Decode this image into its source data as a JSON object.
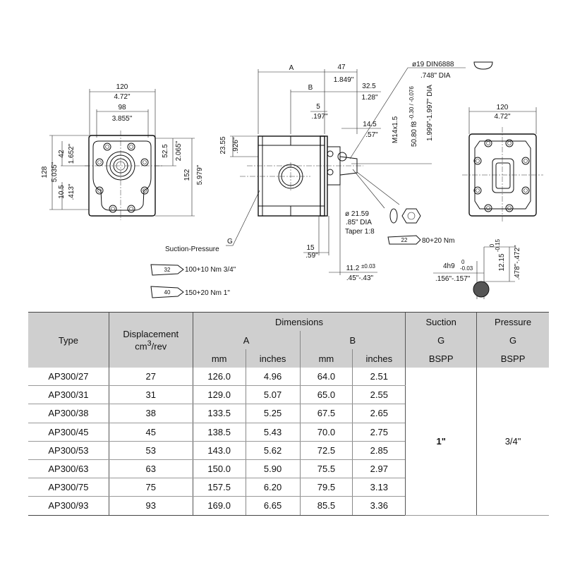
{
  "drawing": {
    "front_view": {
      "width_mm": "120",
      "width_in": "4.72\"",
      "inner_mm": "98",
      "inner_in": "3.855\"",
      "height_mm": "128",
      "height_in": "5.035\"",
      "h42": "42",
      "h42_in": "1.652\"",
      "h10": "10.5",
      "h10_in": ".413\"",
      "h52": "52.5",
      "h52_in": "2.065\"",
      "h152": "152",
      "h152_in": "5.979\""
    },
    "side_view": {
      "A": "A",
      "B": "B",
      "d47": "47",
      "d47_in": "1.849\"",
      "d32": "32.5",
      "d32_in": "1.28\"",
      "d5": "5",
      "d5_in": ".197\"",
      "d14": "14.5",
      "d14_in": ".57\"",
      "d23": "23.55",
      "d23_in": ".926\"",
      "thread": "M14x1.5",
      "shaft_f8": "50.80 f8",
      "shaft_tol": "-0.30 / -0.076",
      "shaft_in": "1.999\"-1.997\" DIA",
      "key_dia": "ø19 DIN6888",
      "key_dia_in": ".748\" DIA",
      "taper_dia": "ø 21.59",
      "taper_dia_in": ".85\" DIA",
      "taper": "Taper 1:8",
      "g_label": "G",
      "suction_pressure": "Suction-Pressure",
      "d15": "15",
      "d15_in": ".59\"",
      "d11": "11.2",
      "d11_tol": "±0.03",
      "d11_in": ".45\"-.43\""
    },
    "torques": {
      "nut": "80+20 Nm",
      "nut_wrench": "22",
      "port1": "100+10 Nm  3/4\"",
      "port1_wrench": "32",
      "port2": "150+20 Nm  1\"",
      "port2_wrench": "40"
    },
    "key": {
      "w": "4h9",
      "w_tol_top": "0",
      "w_tol_bot": "-0.03",
      "w_in": ".156\"-.157\"",
      "h": "12.15",
      "h_tol_top": "0",
      "h_tol_bot": "-0.15",
      "h_in": ".478\"-.472\""
    },
    "rear_view": {
      "width_mm": "120",
      "width_in": "4.72\""
    }
  },
  "table": {
    "headers": {
      "type": "Type",
      "displacement": "Displacement",
      "displacement_unit": "cm",
      "displacement_sup": "3",
      "displacement_rest": "/rev",
      "dimensions": "Dimensions",
      "a": "A",
      "b": "B",
      "mm": "mm",
      "inches": "inches",
      "suction": "Suction",
      "pressure": "Pressure",
      "g": "G",
      "bspp": "BSPP"
    },
    "rows": [
      {
        "type": "AP300/27",
        "disp": "27",
        "a_mm": "126.0",
        "a_in": "4.96",
        "b_mm": "64.0",
        "b_in": "2.51"
      },
      {
        "type": "AP300/31",
        "disp": "31",
        "a_mm": "129.0",
        "a_in": "5.07",
        "b_mm": "65.0",
        "b_in": "2.55"
      },
      {
        "type": "AP300/38",
        "disp": "38",
        "a_mm": "133.5",
        "a_in": "5.25",
        "b_mm": "67.5",
        "b_in": "2.65"
      },
      {
        "type": "AP300/45",
        "disp": "45",
        "a_mm": "138.5",
        "a_in": "5.43",
        "b_mm": "70.0",
        "b_in": "2.75"
      },
      {
        "type": "AP300/53",
        "disp": "53",
        "a_mm": "143.0",
        "a_in": "5.62",
        "b_mm": "72.5",
        "b_in": "2.85"
      },
      {
        "type": "AP300/63",
        "disp": "63",
        "a_mm": "150.0",
        "a_in": "5.90",
        "b_mm": "75.5",
        "b_in": "2.97"
      },
      {
        "type": "AP300/75",
        "disp": "75",
        "a_mm": "157.5",
        "a_in": "6.20",
        "b_mm": "79.5",
        "b_in": "3.13"
      },
      {
        "type": "AP300/93",
        "disp": "93",
        "a_mm": "169.0",
        "a_in": "6.65",
        "b_mm": "85.5",
        "b_in": "3.36"
      }
    ],
    "suction_value": "1\"",
    "pressure_value": "3/4\""
  }
}
